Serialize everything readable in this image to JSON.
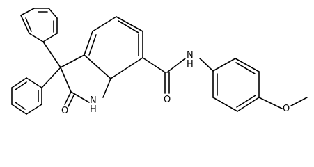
{
  "atom_labels": {
    "nh_amide": "N\nH",
    "nh_lactam": "N\nH",
    "o_carbonyl_amide": "O",
    "o_carbonyl_lactam": "O",
    "o_methoxy": "O"
  },
  "colors": {
    "bond": "#000000",
    "background": "#ffffff"
  }
}
